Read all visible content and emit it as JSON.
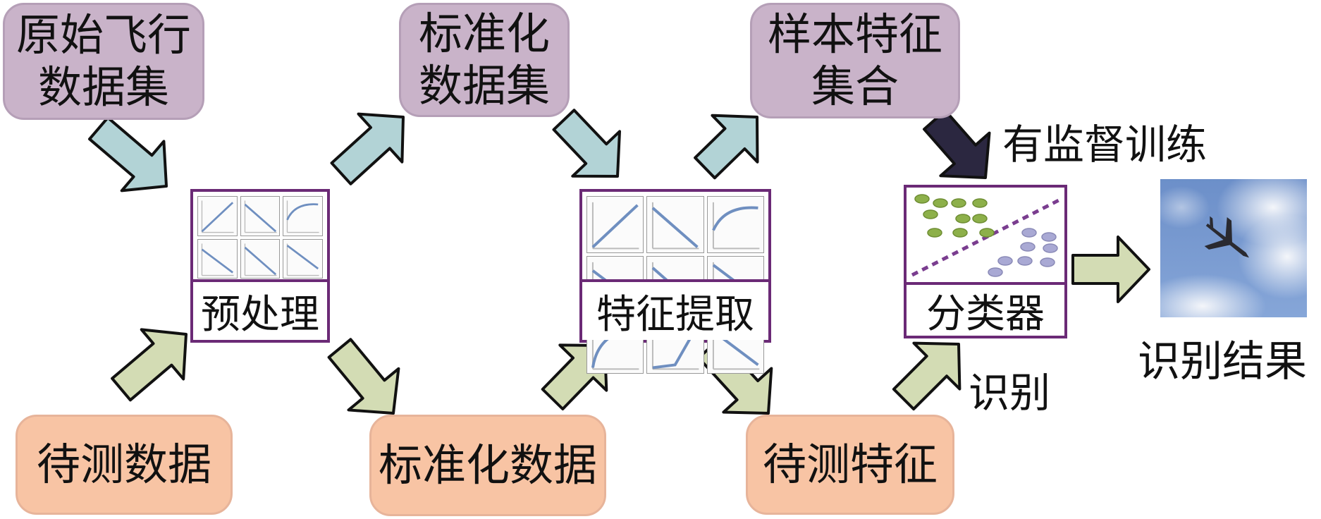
{
  "boxes": {
    "raw_data": "原始飞行\n数据集",
    "std_dataset": "标准化\n数据集",
    "feature_set": "样本特征\n集合",
    "test_data": "待测数据",
    "std_data": "标准化数据",
    "test_features": "待测特征"
  },
  "process": {
    "preprocess": "预处理",
    "feature_extract": "特征提取",
    "classifier": "分类器"
  },
  "annotations": {
    "supervised": "有监督训练",
    "recognize": "识别",
    "result": "识别结果"
  },
  "colors": {
    "box_purple": "#c9b3c9",
    "box_peach": "#f8c4a4",
    "arrow_teal": "#b2d3d6",
    "arrow_green": "#d3dcb4",
    "arrow_dark": "#2b2740",
    "process_border": "#6b2a76"
  },
  "icons": {
    "plot_thumbnails": "mini-line-plots-icon",
    "classifier_scatter": "scatter-separation-icon",
    "result_photo": "aircraft-in-sky-photo"
  }
}
